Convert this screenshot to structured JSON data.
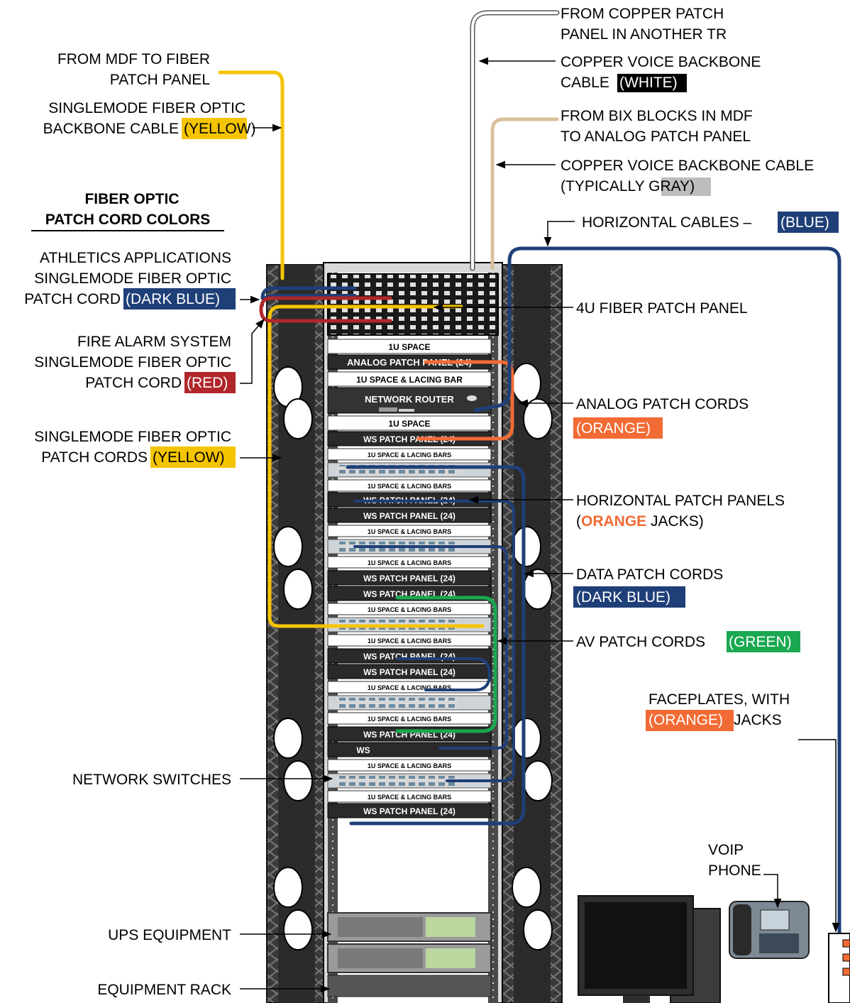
{
  "labels": {
    "from_copper_patch_1": "FROM COPPER PATCH",
    "from_copper_patch_2": "PANEL IN ANOTHER TR",
    "copper_voice_white_1": "COPPER VOICE BACKBONE",
    "copper_voice_white_2": "CABLE",
    "white_tag": "(WHITE)",
    "from_bix_1": "FROM BIX BLOCKS IN MDF",
    "from_bix_2": "TO ANALOG PATCH PANEL",
    "copper_voice_gray_1": "COPPER VOICE BACKBONE CABLE",
    "gray_pre": "(TYPICALLY ",
    "gray_tag": "GRAY",
    "gray_post": ")",
    "horizontal_cables": "HORIZONTAL CABLES –",
    "blue_tag": "(BLUE)",
    "from_mdf_1": "FROM MDF TO FIBER",
    "from_mdf_2": "PATCH PANEL",
    "smf_backbone_1": "SINGLEMODE FIBER OPTIC",
    "smf_backbone_2": "BACKBONE CABLE",
    "yellow_tag": "(YELLOW)",
    "legend_title_1": "FIBER OPTIC",
    "legend_title_2": "PATCH CORD COLORS",
    "athletics_1": "ATHLETICS APPLICATIONS",
    "athletics_2": "SINGLEMODE FIBER OPTIC",
    "athletics_3": "PATCH CORD",
    "dark_blue_tag": "(DARK BLUE)",
    "fire_1": "FIRE ALARM SYSTEM",
    "fire_2": "SINGLEMODE FIBER OPTIC",
    "fire_3": "PATCH CORD",
    "red_tag": "(RED)",
    "smf_cords_1": "SINGLEMODE FIBER OPTIC",
    "smf_cords_2": "PATCH CORDS",
    "yellow_tag_2": "(YELLOW)",
    "fiber_panel_4u": "4U FIBER PATCH PANEL",
    "analog_cords": "ANALOG PATCH CORDS",
    "orange_tag": "(ORANGE)",
    "horiz_panels_1": "HORIZONTAL PATCH PANELS",
    "horiz_open": "(",
    "horiz_orange": "ORANGE",
    "horiz_close": " JACKS)",
    "data_cords": "DATA PATCH CORDS",
    "dark_blue_tag_2": "(DARK BLUE)",
    "av_cords": "AV PATCH CORDS",
    "green_tag": "(GREEN)",
    "faceplates_1": "FACEPLATES, WITH",
    "orange_tag_2": "(ORANGE)",
    "faceplates_2": " JACKS",
    "voip_1": "VOIP",
    "voip_2": "PHONE",
    "network_switches": "NETWORK SWITCHES",
    "ups_equipment": "UPS EQUIPMENT",
    "equipment_rack": "EQUIPMENT RACK"
  },
  "rack": {
    "space_1u": "1U SPACE",
    "analog_panel": "ANALOG PATCH PANEL (24)",
    "space_lacing_bar": "1U SPACE & LACING BAR",
    "network_router": "NETWORK ROUTER",
    "space_1u_b": "1U SPACE",
    "ws_panel_1": "WS PATCH PANEL (24)",
    "lacing_1": "1U SPACE & LACING BARS",
    "lacing_2": "1U SPACE & LACING BARS",
    "ws_panel_2": "WS PATCH PANEL (24)",
    "ws_panel_3": "WS PATCH PANEL (24)",
    "lacing_3": "1U SPACE & LACING BARS",
    "lacing_4": "1U SPACE & LACING BARS",
    "ws_panel_4": "WS PATCH PANEL (24)",
    "ws_panel_5": "WS PATCH PANEL (24)",
    "lacing_5": "1U SPACE & LACING BARS",
    "lacing_6": "1U SPACE & LACING BARS",
    "ws_panel_6": "WS PATCH PANEL (24)",
    "ws_panel_7": "WS PATCH PANEL (24)",
    "lacing_7": "1U SPACE & LACING BARS",
    "lacing_8": "1U SPACE & LACING BARS",
    "ws_panel_8": "WS PATCH PANEL (24)",
    "ws_panel_9": "WS",
    "lacing_9": "1U SPACE & LACING BARS",
    "lacing_10": "1U SPACE & LACING BARS",
    "ws_panel_10": "WS PATCH PANEL (24)"
  },
  "colors": {
    "yellow": "#f5c400",
    "dark_blue": "#1f3f78",
    "red": "#b0262a",
    "orange": "#f26b35",
    "green": "#1aa850",
    "gray": "#bdbdbd",
    "tan": "#d8c09a",
    "black": "#000000"
  }
}
